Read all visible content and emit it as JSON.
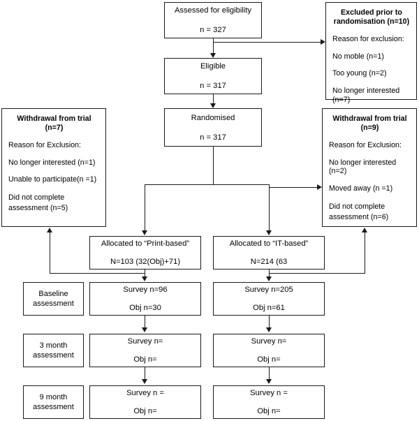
{
  "diagram": {
    "title": "CONSORT participant flow diagram",
    "line_color": "#1a1a1a",
    "background": "#ffffff"
  },
  "nodes": {
    "assessed": {
      "line1": "Assessed for eligibility",
      "line2": "n = 327"
    },
    "eligible": {
      "line1": "Eligible",
      "line2": "n = 317"
    },
    "randomised": {
      "line1": "Randomised",
      "line2": "n = 317"
    },
    "excluded_prior": {
      "title_line1": "Excluded prior to",
      "title_line2": "randomisation (n=10)",
      "reason_header": "Reason for exclusion:",
      "reasons": [
        "No moble (n=1)",
        "Too young (n=2)",
        "No longer interested (n=7)"
      ]
    },
    "withdrawal_left": {
      "title_line1": "Withdrawal from trial",
      "title_line2": "(n=7)",
      "reason_header": "Reason for Exclusion:",
      "reasons": [
        "No longer interested (n=1)",
        "Unable to participate(n =1)"
      ],
      "last_reason_line1": "Did not complete",
      "last_reason_line2": "assessment (n=5)"
    },
    "withdrawal_right": {
      "title_line1": "Withdrawal from trial",
      "title_line2": "(n=9)",
      "reason_header": "Reason for Exclusion:",
      "reasons": [
        "No longer interested (n=2)",
        "Moved away (n =1)"
      ],
      "last_reason_line1": "Did not complete",
      "last_reason_line2": "assessment (n=6)"
    },
    "alloc_print": {
      "line1": "Allocated to “Print-based”",
      "line2": "N=103 (32(Obj)+71)"
    },
    "alloc_it": {
      "line1": "Allocated to “IT-based”",
      "line2": "N=214 (63"
    },
    "baseline_print": {
      "line1": "Survey n=96",
      "line2": "Obj n=30"
    },
    "baseline_it": {
      "line1": "Survey n=205",
      "line2": "Obj n=61"
    },
    "month3_print": {
      "line1": "Survey n=",
      "line2": "Obj n="
    },
    "month3_it": {
      "line1": "Survey n=",
      "line2": "Obj n="
    },
    "month9_print": {
      "line1": "Survey n =",
      "line2": "Obj n="
    },
    "month9_it": {
      "line1": "Survey n =",
      "line2": "Obj n="
    }
  },
  "timepoints": [
    {
      "line1": "Baseline",
      "line2": "assessment"
    },
    {
      "line1": "3 month",
      "line2": "assessment"
    },
    {
      "line1": "9 month",
      "line2": "assessment"
    }
  ]
}
